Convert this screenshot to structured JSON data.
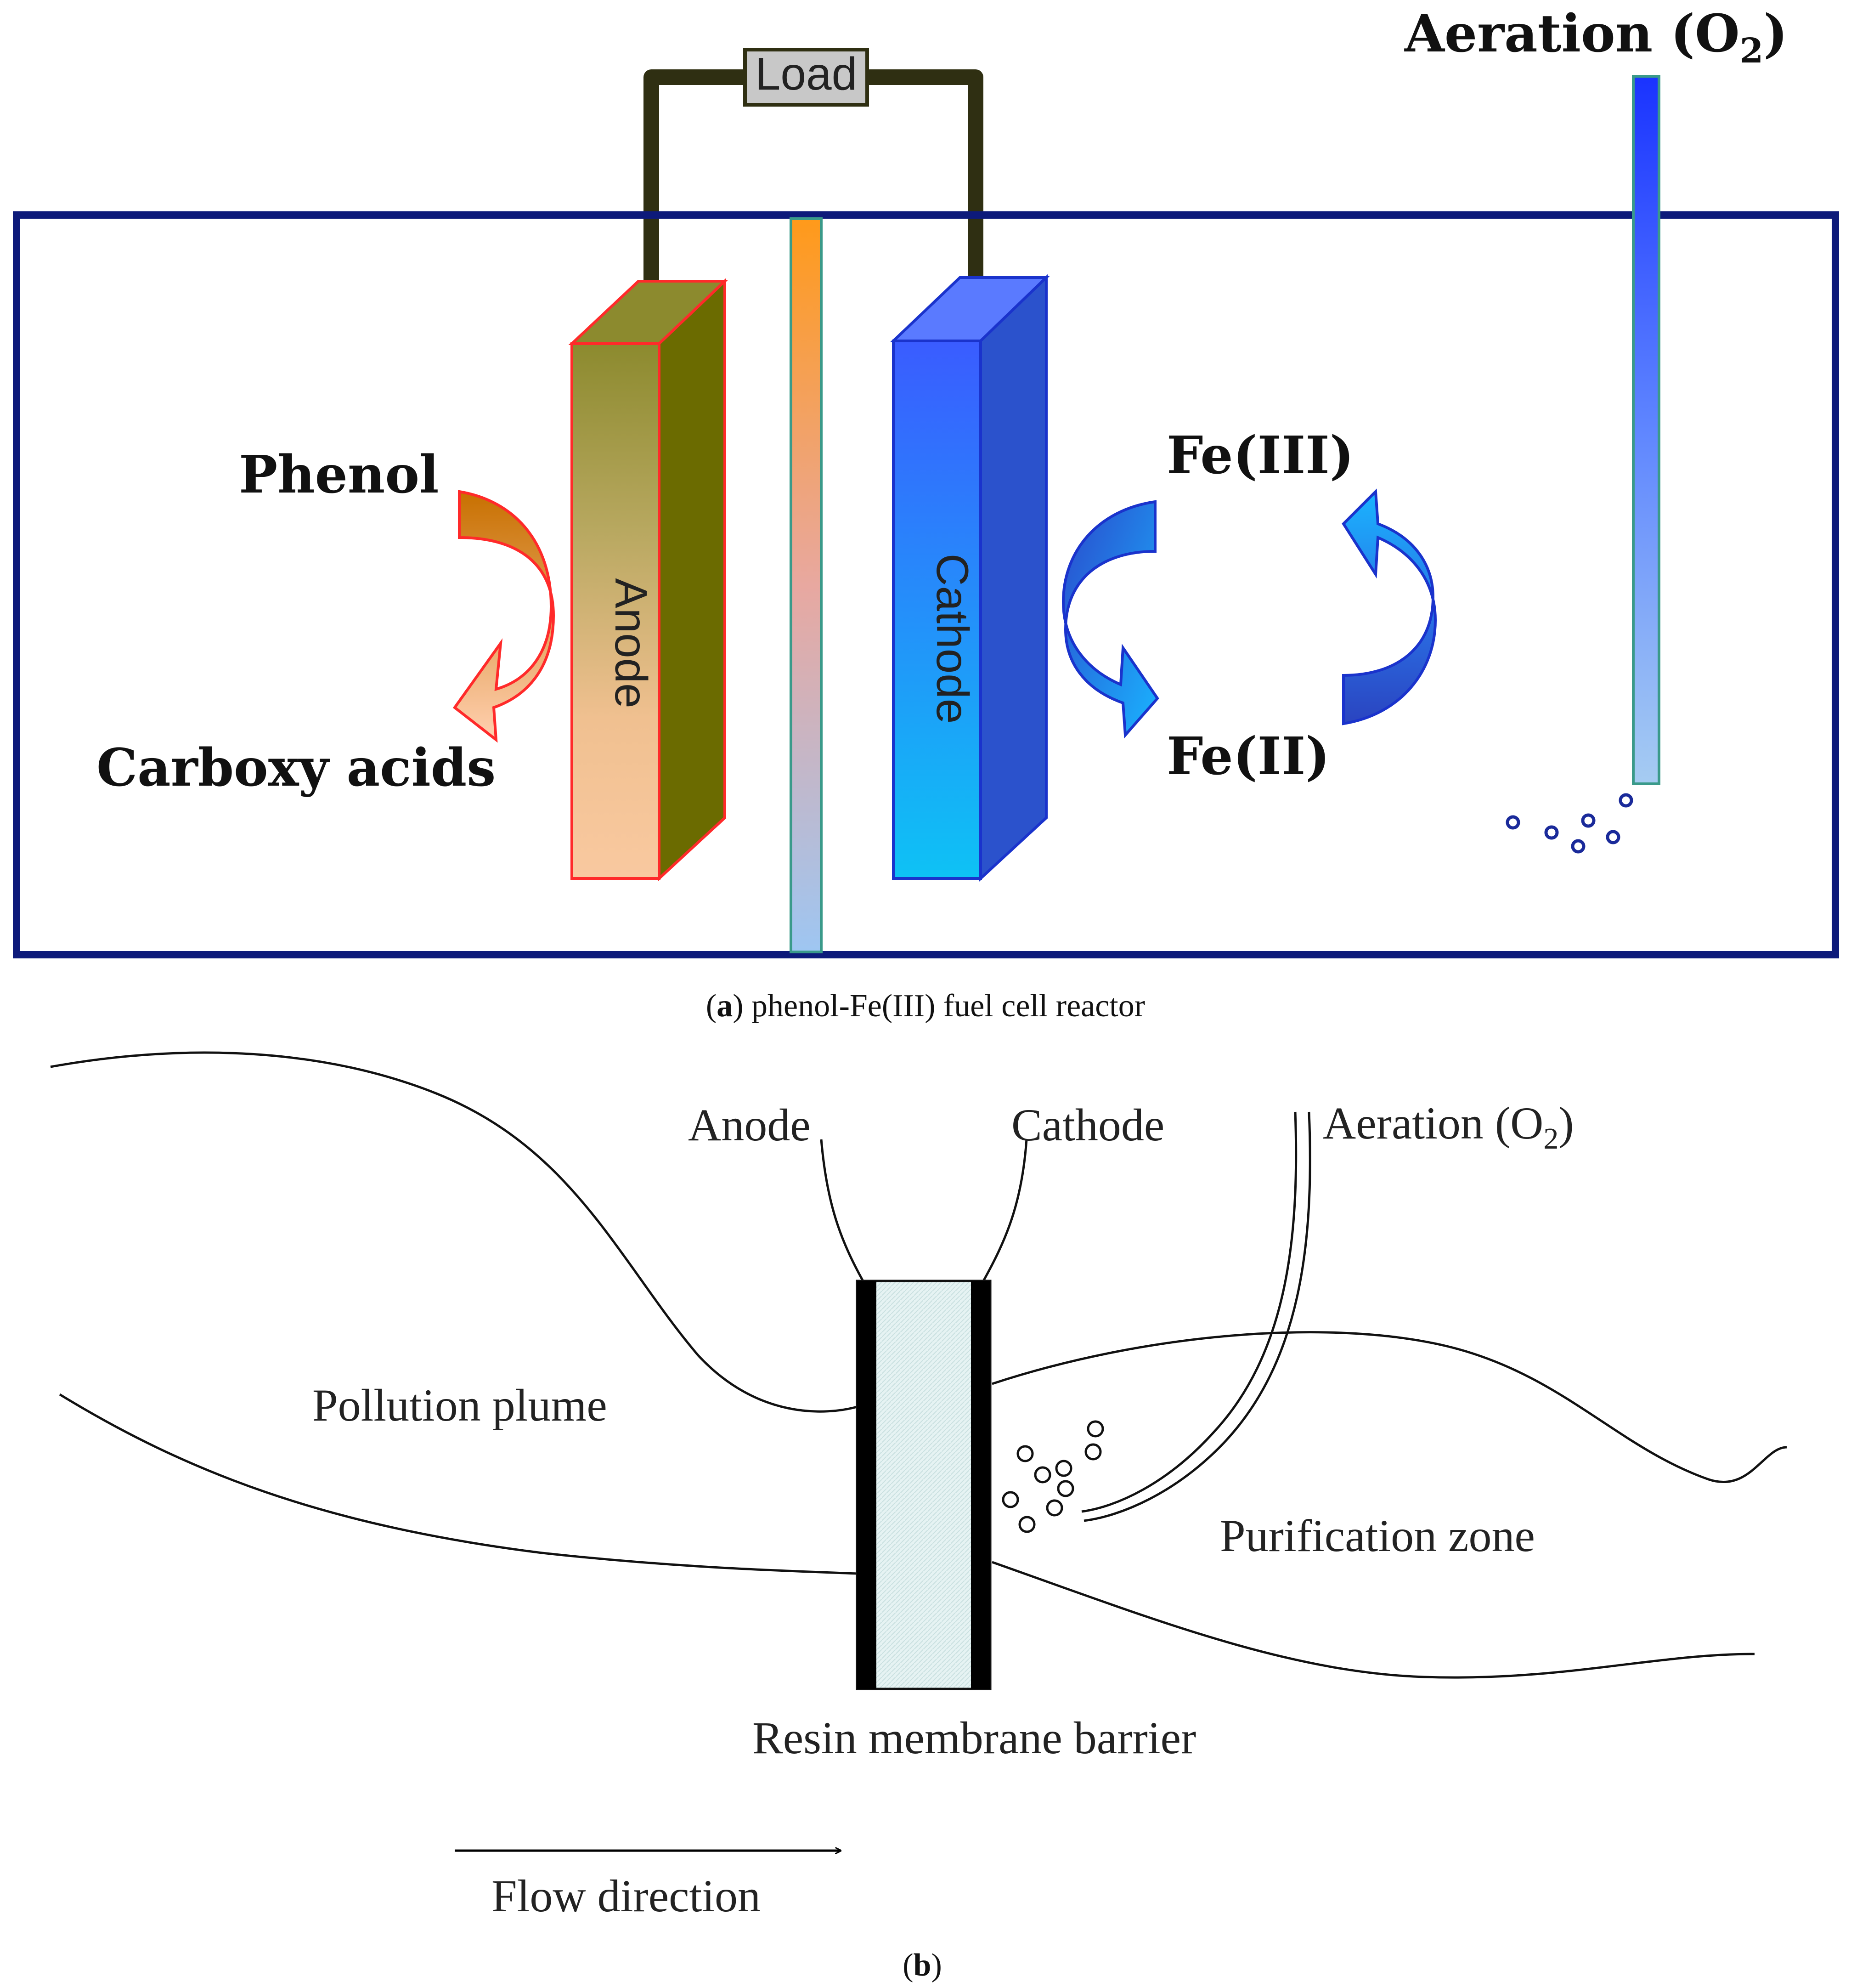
{
  "panel_a": {
    "load_label": "Load",
    "aeration_label_main": "Aeration (O",
    "aeration_label_sub": "2",
    "aeration_label_end": ")",
    "anode_label": "Anode",
    "cathode_label": "Cathode",
    "phenol_label": "Phenol",
    "carboxy_label": "Carboxy acids",
    "fe3_label": "Fe(III)",
    "fe2_label": "Fe(II)",
    "caption_letter": "a",
    "caption_text": ") phenol-Fe(III) fuel cell reactor",
    "caption_open": "(",
    "colors": {
      "tank_border": "#0d1a7a",
      "wire": "#2f2f12",
      "anode_front_top": "#8c8a2e",
      "anode_front_bottom": "#f9c9a0",
      "anode_side": "#6b6b00",
      "anode_outline": "#ff2a2a",
      "cathode_front_top": "#3a5cff",
      "cathode_front_bottom": "#0ec2f5",
      "cathode_side": "#2b52cc",
      "membrane_top": "#ff9a1a",
      "membrane_bottom": "#9ec6f2",
      "arrow_orange": "#cc7a00",
      "arrow_blue": "#1a44cc",
      "arrow_cyan": "#1ab4ff"
    }
  },
  "panel_b": {
    "anode_label": "Anode",
    "cathode_label": "Cathode",
    "aeration_label_main": "Aeration (O",
    "aeration_label_sub": "2",
    "aeration_label_end": ")",
    "pollution_label": "Pollution plume",
    "purification_label": "Purification zone",
    "barrier_label": "Resin membrane barrier",
    "flow_label": "Flow direction",
    "caption_open": "(",
    "caption_letter": "b",
    "caption_close": ")"
  }
}
